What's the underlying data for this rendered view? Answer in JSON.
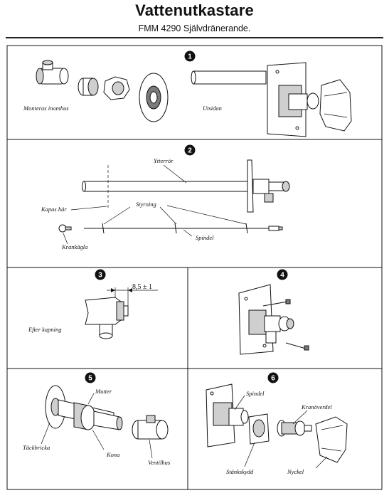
{
  "header": {
    "title": "Vattenutkastare",
    "subtitle": "FMM 4290 Självdränerande."
  },
  "steps": [
    {
      "number": "1",
      "labels": {
        "inside": "Monteras inomhus",
        "outside": "Utsidan"
      }
    },
    {
      "number": "2",
      "labels": {
        "outer_pipe": "Ytterrör",
        "cut_here": "Kapas här",
        "guide": "Styrning",
        "spindle": "Spindel",
        "handle_ball": "Krankägla"
      }
    },
    {
      "number": "3",
      "labels": {
        "after_cutting": "Efter kapning",
        "dimension": "8,5 ± 1"
      }
    },
    {
      "number": "4",
      "labels": {}
    },
    {
      "number": "5",
      "labels": {
        "nut": "Mutter",
        "cover_washer": "Täckbricka",
        "cone": "Kona",
        "valve_body": "Ventilhus"
      }
    },
    {
      "number": "6",
      "labels": {
        "spindle": "Spindel",
        "tap_upper": "Kranöverdel",
        "splash_guard": "Stänkskydd",
        "key": "Nyckel"
      }
    }
  ]
}
